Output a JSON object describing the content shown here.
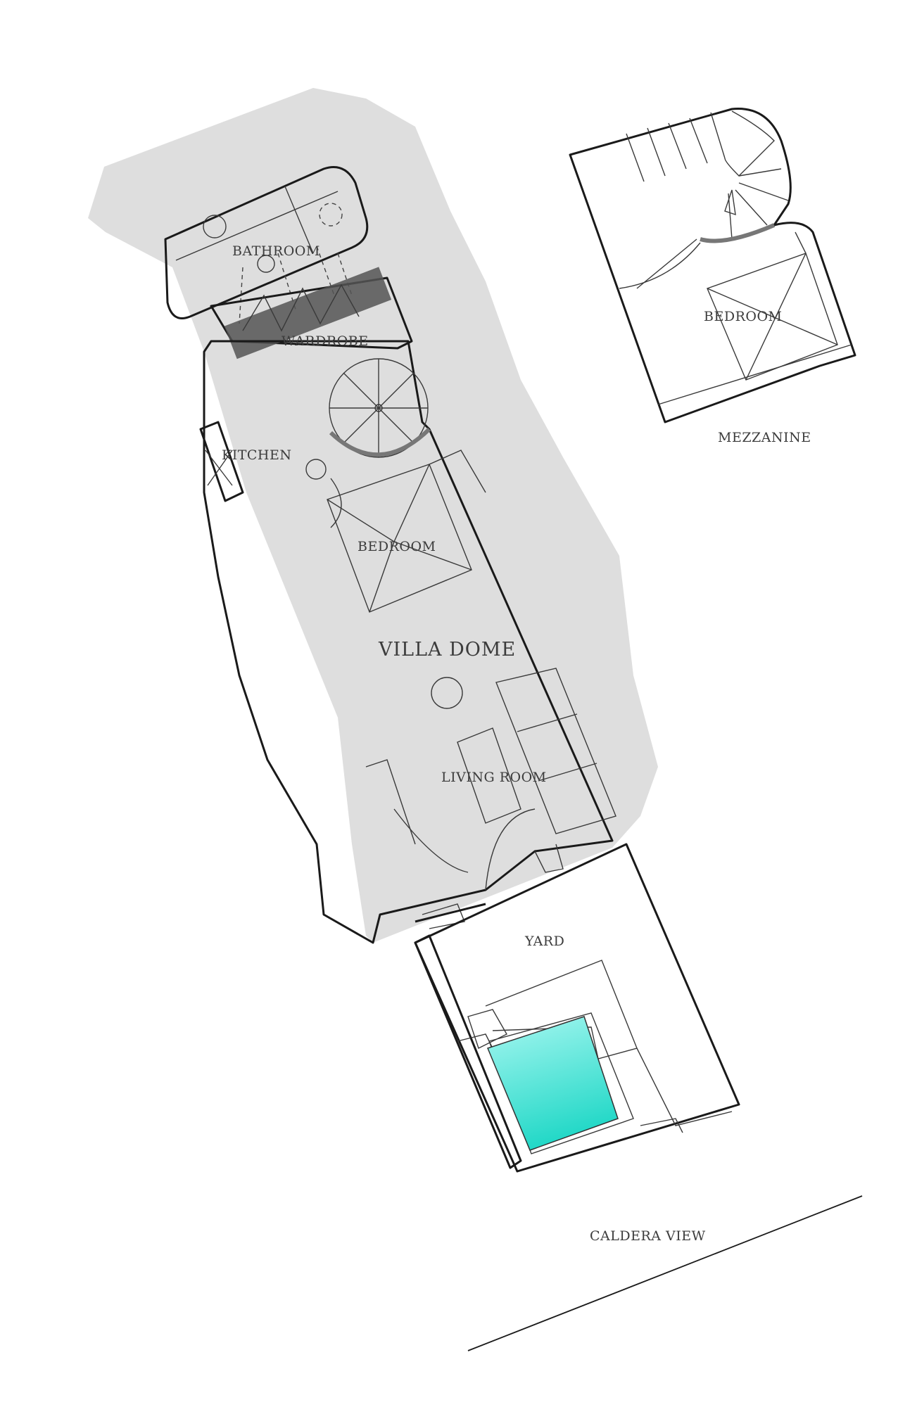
{
  "plan": {
    "title": "VILLA DOME",
    "colors": {
      "terrain": "#dedede",
      "wall": "#1a1a1a",
      "pool_light": "#a8f7f1",
      "pool_deep": "#22d8c7",
      "text": "#3c3c3c"
    },
    "rooms": {
      "bathroom": "BATHROOM",
      "wardrobe": "WARDROBE",
      "kitchen": "KITCHEN",
      "bedroom_main": "BEDROOM",
      "living_room": "LIVING ROOM",
      "yard": "YARD",
      "bedroom_mezzanine": "BEDROOM"
    },
    "section_labels": {
      "mezzanine": "MEZZANINE",
      "caldera_view": "CALDERA VIEW"
    }
  }
}
